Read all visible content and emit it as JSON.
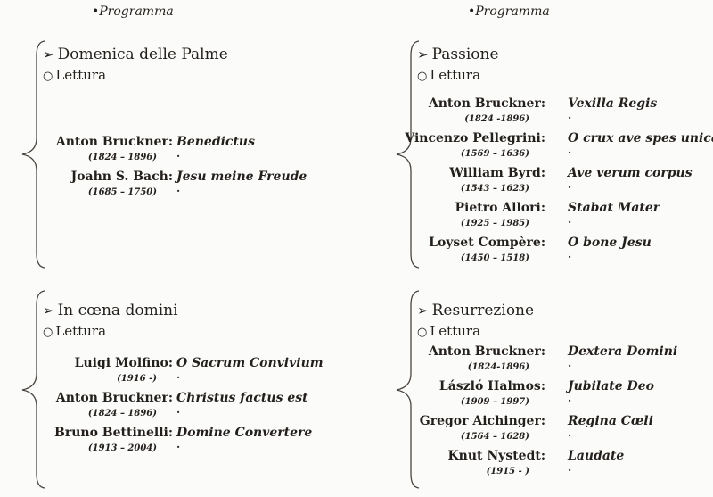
{
  "headers": [
    "•Programma",
    "•Programma"
  ],
  "sections": [
    {
      "title": "Domenica delle Palme",
      "lettura": "Lettura",
      "items": [
        {
          "composer": "Anton Bruckner:",
          "years": "(1824 – 1896)",
          "work": "Benedictus"
        },
        {
          "composer": "Joahn S. Bach:",
          "years": "(1685 – 1750)",
          "work": "Jesu meine Freude"
        }
      ]
    },
    {
      "title": "Passione",
      "lettura": "Lettura",
      "items": [
        {
          "composer": "Anton Bruckner:",
          "years": "(1824 -1896)",
          "work": "Vexilla Regis"
        },
        {
          "composer": "Vincenzo Pellegrini:",
          "years": "(1569 – 1636)",
          "work": "O crux ave spes unica"
        },
        {
          "composer": "William  Byrd:",
          "years": "(1543 – 1623)",
          "work": "Ave verum corpus"
        },
        {
          "composer": "Pietro Allori:",
          "years": "(1925 – 1985)",
          "work": "Stabat Mater"
        },
        {
          "composer": "Loyset Compère:",
          "years": "(1450 – 1518)",
          "work": "O bone Jesu"
        }
      ]
    },
    {
      "title": "In cœna domini",
      "lettura": "Lettura",
      "items": [
        {
          "composer": "Luigi Molfino:",
          "years": "(1916 -)",
          "work": "O Sacrum Convivium"
        },
        {
          "composer": "Anton Bruckner:",
          "years": "(1824 – 1896)",
          "work": "Christus factus est"
        },
        {
          "composer": "Bruno Bettinelli:",
          "years": "(1913 – 2004)",
          "work": "Domine Convertere"
        }
      ]
    },
    {
      "title": "Resurrezione",
      "lettura": "Lettura",
      "items": [
        {
          "composer": "Anton Bruckner:",
          "years": "(1824-1896)",
          "work": "Dextera Domini"
        },
        {
          "composer": "László Halmos:",
          "years": "(1909 – 1997)",
          "work": "Jubilate Deo"
        },
        {
          "composer": "Gregor Aichinger:",
          "years": "(1564 – 1628)",
          "work": "Regina Cœli"
        },
        {
          "composer": "Knut Nystedt:",
          "years": "(1915 - )",
          "work": "Laudate"
        }
      ]
    }
  ]
}
